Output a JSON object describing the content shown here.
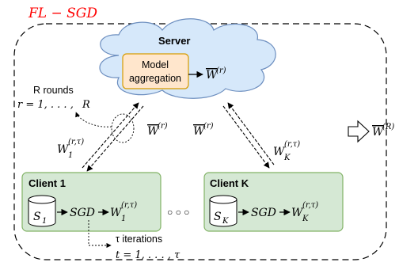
{
  "title": "FL − SGD",
  "server": {
    "label": "Server",
    "model_box": {
      "line1": "Model",
      "line2": "aggregation"
    },
    "output_symbol": "W",
    "output_sup": "(r)"
  },
  "rounds": {
    "label": "R rounds",
    "range_lhs": "r = 1, . . . ,",
    "range_rhs": "R"
  },
  "arrows": {
    "left_up": {
      "main": "W",
      "sub": "1",
      "sup": "(r,τ)"
    },
    "left_down": {
      "main": "W",
      "sup": "(r)"
    },
    "right_down": {
      "main": "W",
      "sup": "(r)"
    },
    "right_up": {
      "main": "W",
      "sub": "K",
      "sup": "(r,τ)"
    }
  },
  "final_output": {
    "main": "W",
    "sup": "(R)"
  },
  "clients": [
    {
      "label": "Client 1",
      "data_main": "S",
      "data_sub": "1",
      "sgd": "SGD",
      "out_main": "W",
      "out_sub": "1",
      "out_sup": "(r,τ)"
    },
    {
      "label": "Client K",
      "data_main": "S",
      "data_sub": "K",
      "sgd": "SGD",
      "out_main": "W",
      "out_sub": "K",
      "out_sup": "(r,τ)"
    }
  ],
  "ellipsis": "○ ○ ○",
  "iterations": {
    "label": "τ iterations",
    "range": "t = 1, . . . , τ"
  },
  "colors": {
    "title": "#ff0000",
    "cloud_fill": "#d6e8fa",
    "cloud_stroke": "#6c8ebf",
    "model_box_fill": "#ffe6cc",
    "model_box_stroke": "#d79b00",
    "client_fill": "#d5e8d4",
    "client_stroke": "#82b366"
  }
}
